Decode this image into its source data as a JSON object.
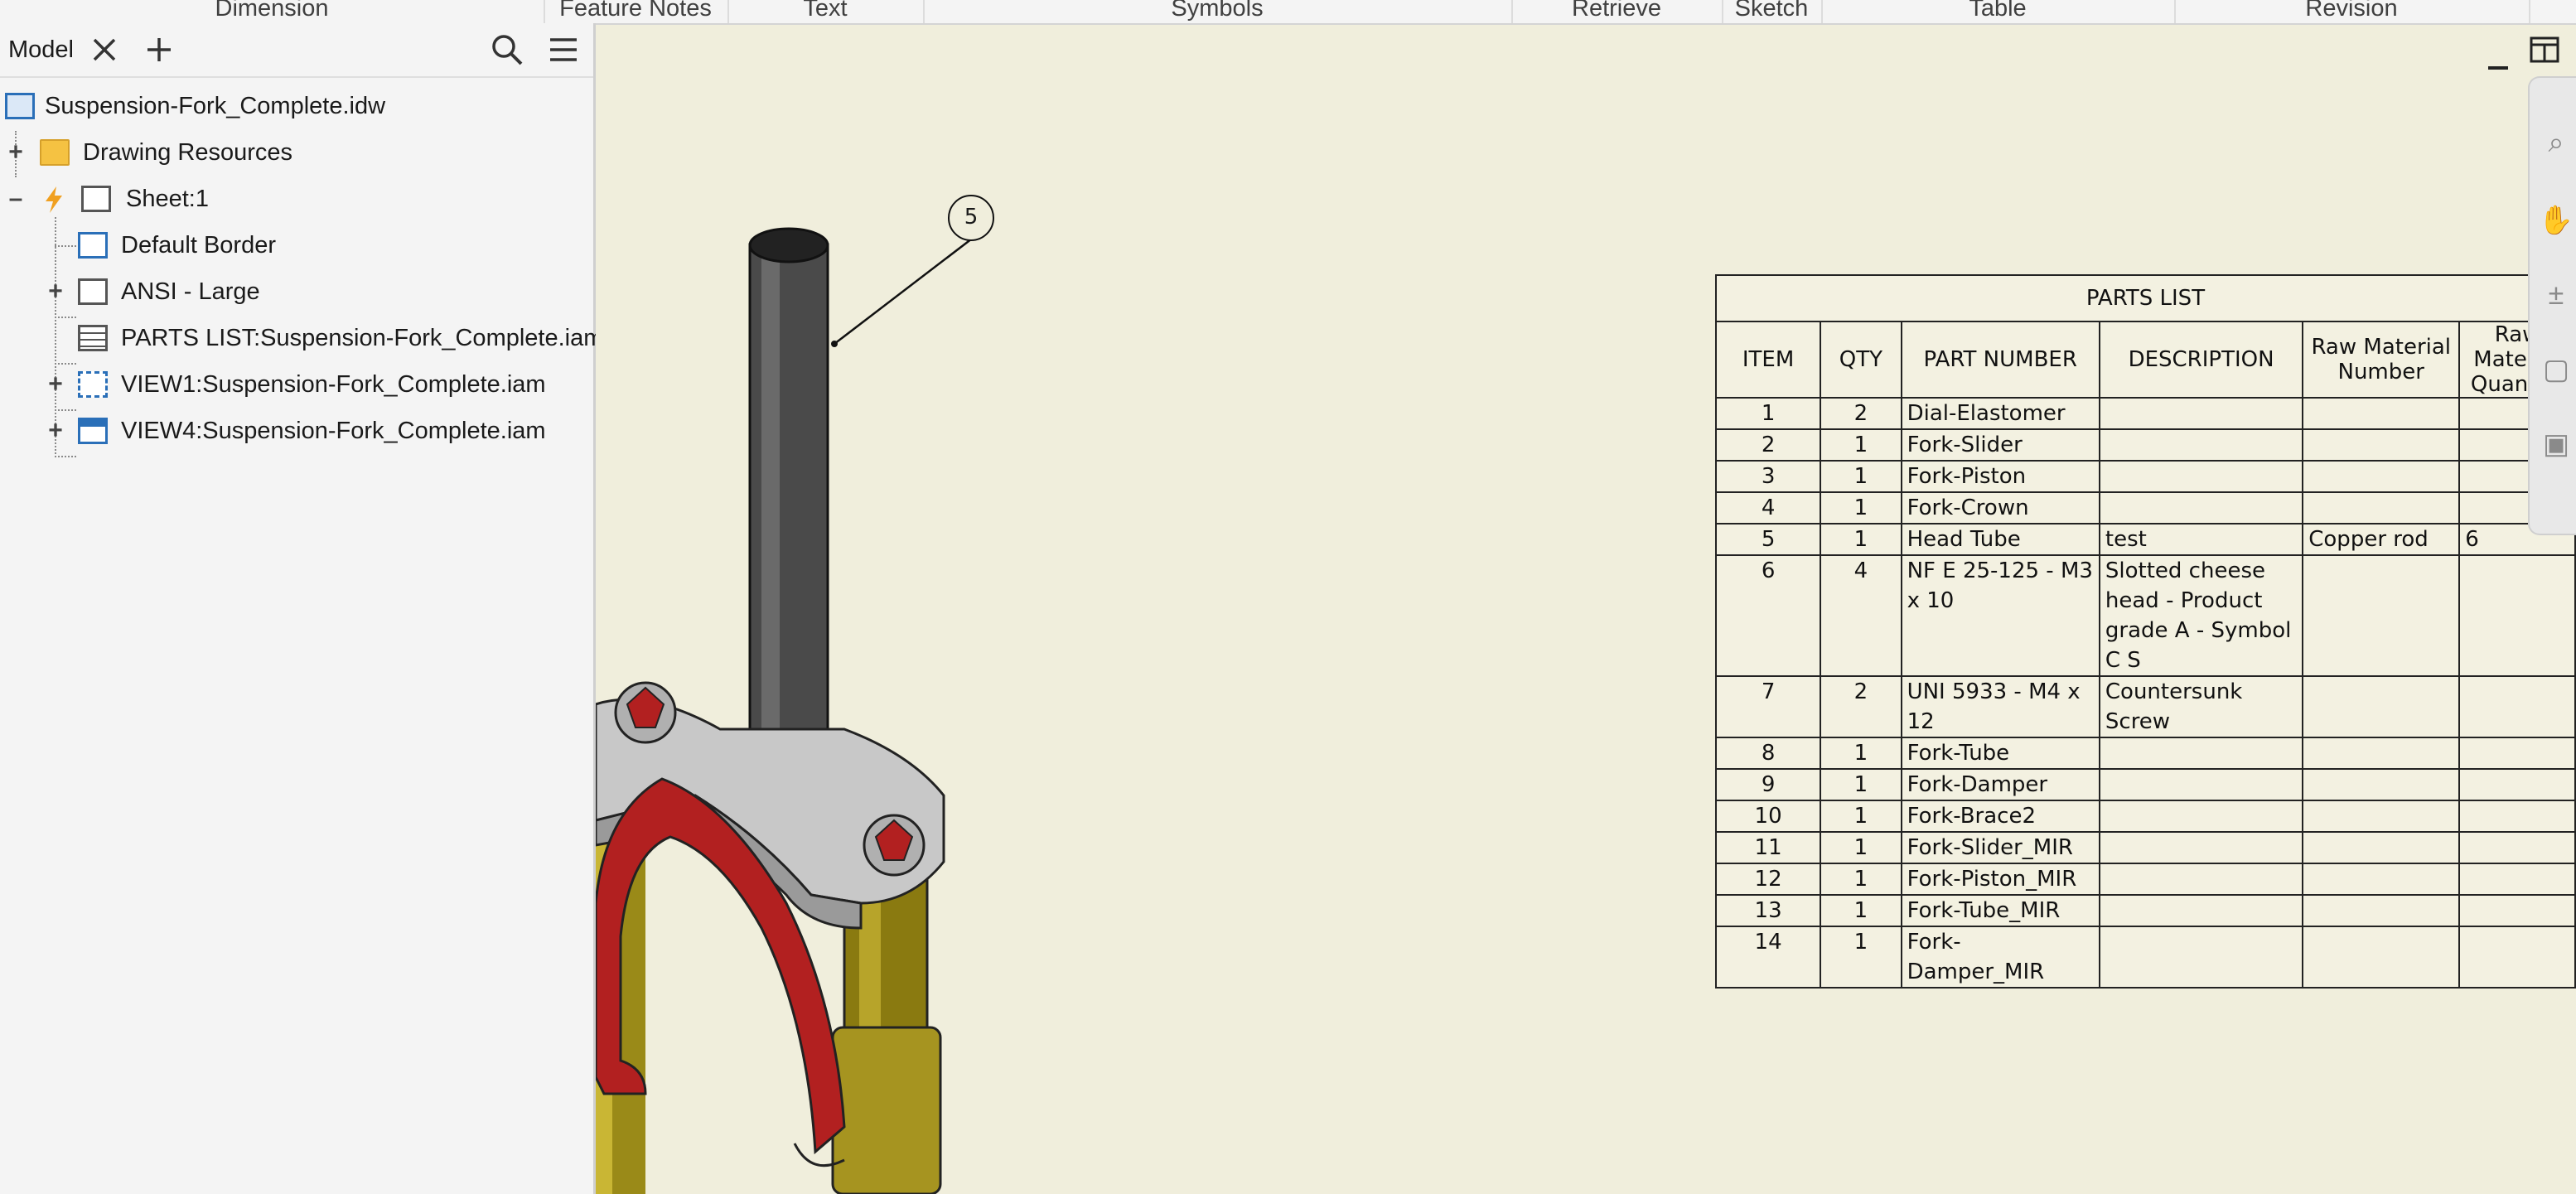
{
  "ribbon": {
    "panels": [
      "Dimension",
      "Feature Notes",
      "Text",
      "Symbols",
      "Retrieve",
      "Sketch",
      "Table",
      "Revision"
    ]
  },
  "browser": {
    "tab_label": "Model",
    "tree": {
      "root": "Suspension-Fork_Complete.idw",
      "drawing_resources": "Drawing Resources",
      "sheet": "Sheet:1",
      "default_border": "Default Border",
      "ansi": "ANSI - Large",
      "parts_list": "PARTS LIST:Suspension-Fork_Complete.iam",
      "view1": "VIEW1:Suspension-Fork_Complete.iam",
      "view4": "VIEW4:Suspension-Fork_Complete.iam"
    }
  },
  "drawing": {
    "balloon": "5",
    "colors": {
      "sheet_bg": "#f0eedc",
      "crown": "#c8c8c8",
      "arch": "#b22020",
      "stanchion": "#8a7a10",
      "steerer": "#4a4a4a"
    }
  },
  "parts_list": {
    "title": "PARTS LIST",
    "headers": {
      "item": "ITEM",
      "qty": "QTY",
      "part_number": "PART NUMBER",
      "description": "DESCRIPTION",
      "raw_material_number": "Raw Material Number",
      "raw_material_quantity": "Raw Material Quantity"
    },
    "rows": [
      {
        "item": "1",
        "qty": "2",
        "part": "Dial-Elastomer",
        "desc": "",
        "rmn": "",
        "rmq": ""
      },
      {
        "item": "2",
        "qty": "1",
        "part": "Fork-Slider",
        "desc": "",
        "rmn": "",
        "rmq": ""
      },
      {
        "item": "3",
        "qty": "1",
        "part": "Fork-Piston",
        "desc": "",
        "rmn": "",
        "rmq": ""
      },
      {
        "item": "4",
        "qty": "1",
        "part": "Fork-Crown",
        "desc": "",
        "rmn": "",
        "rmq": ""
      },
      {
        "item": "5",
        "qty": "1",
        "part": "Head Tube",
        "desc": "test",
        "rmn": "Copper rod",
        "rmq": "6"
      },
      {
        "item": "6",
        "qty": "4",
        "part": "NF E 25-125 - M3 x 10",
        "desc": "Slotted cheese head - Product grade A - Symbol C S",
        "rmn": "",
        "rmq": ""
      },
      {
        "item": "7",
        "qty": "2",
        "part": "UNI 5933 - M4 x 12",
        "desc": "Countersunk Screw",
        "rmn": "",
        "rmq": ""
      },
      {
        "item": "8",
        "qty": "1",
        "part": "Fork-Tube",
        "desc": "",
        "rmn": "",
        "rmq": ""
      },
      {
        "item": "9",
        "qty": "1",
        "part": "Fork-Damper",
        "desc": "",
        "rmn": "",
        "rmq": ""
      },
      {
        "item": "10",
        "qty": "1",
        "part": "Fork-Brace2",
        "desc": "",
        "rmn": "",
        "rmq": ""
      },
      {
        "item": "11",
        "qty": "1",
        "part": "Fork-Slider_MIR",
        "desc": "",
        "rmn": "",
        "rmq": ""
      },
      {
        "item": "12",
        "qty": "1",
        "part": "Fork-Piston_MIR",
        "desc": "",
        "rmn": "",
        "rmq": ""
      },
      {
        "item": "13",
        "qty": "1",
        "part": "Fork-Tube_MIR",
        "desc": "",
        "rmn": "",
        "rmq": ""
      },
      {
        "item": "14",
        "qty": "1",
        "part": "Fork-Damper_MIR",
        "desc": "",
        "rmn": "",
        "rmq": ""
      }
    ]
  },
  "icons": {
    "close": "close-icon",
    "add": "plus-icon",
    "search": "search-icon",
    "menu": "hamburger-menu-icon",
    "minimize": "minimize-icon",
    "layout": "window-layout-icon"
  }
}
